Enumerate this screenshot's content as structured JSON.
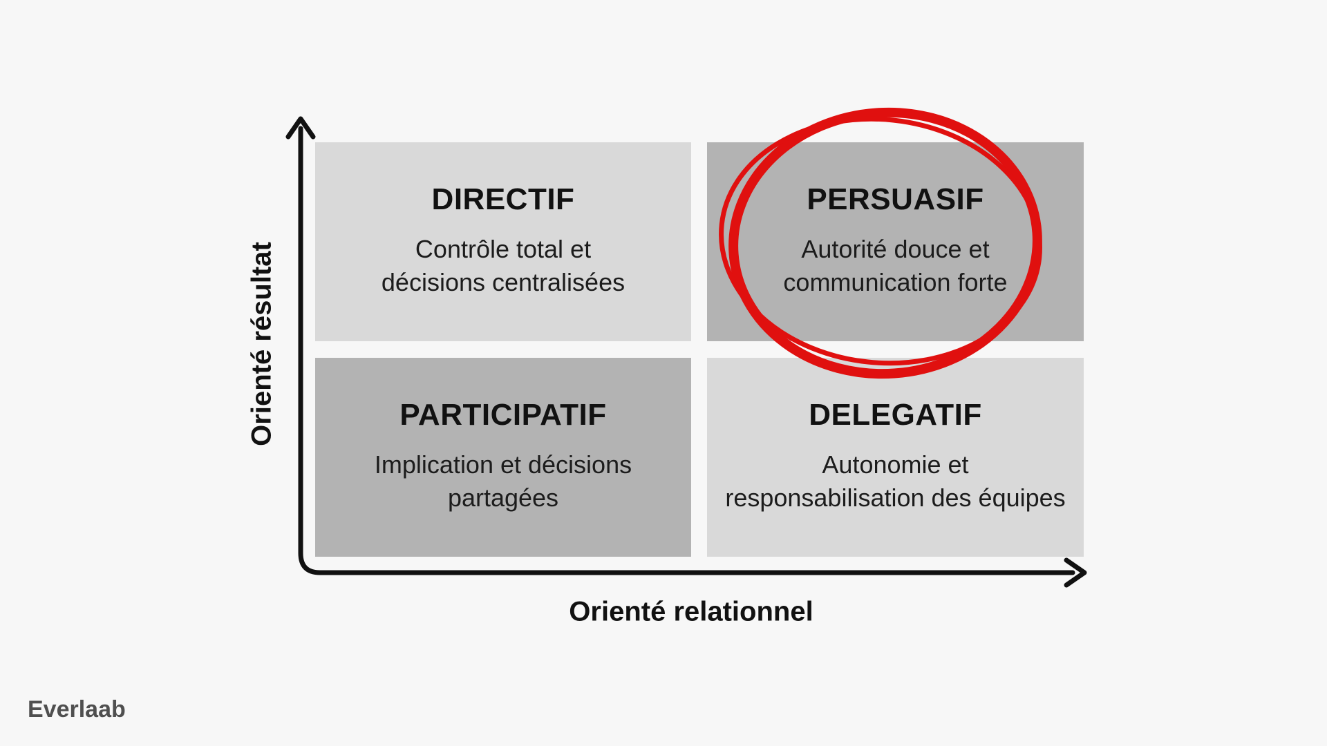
{
  "canvas": {
    "background_color": "#f7f7f7"
  },
  "brand": {
    "label": "Everlaab",
    "color": "#4f4f4f"
  },
  "axes": {
    "x_label": "Orienté relationnel",
    "y_label": "Orienté résultat",
    "color": "#111111"
  },
  "quadrants": [
    {
      "id": "directif",
      "position": "top-left",
      "title": "DIRECTIF",
      "lines": [
        "Contrôle total et",
        "décisions centralisées"
      ],
      "bg": "#d9d9d9",
      "highlighted": false
    },
    {
      "id": "persuasif",
      "position": "top-right",
      "title": "PERSUASIF",
      "lines": [
        "Autorité douce et",
        "communication forte"
      ],
      "bg": "#b3b3b3",
      "highlighted": true
    },
    {
      "id": "participatif",
      "position": "bottom-left",
      "title": "PARTICIPATIF",
      "lines": [
        "Implication et décisions",
        "partagées"
      ],
      "bg": "#b3b3b3",
      "highlighted": false
    },
    {
      "id": "delegatif",
      "position": "bottom-right",
      "title": "DELEGATIF",
      "lines": [
        "Autonomie et",
        "responsabilisation des équipes"
      ],
      "bg": "#d9d9d9",
      "highlighted": false
    }
  ],
  "annotation": {
    "type": "hand-drawn-circle",
    "target": "PERSUASIF",
    "color": "#e0100f"
  }
}
